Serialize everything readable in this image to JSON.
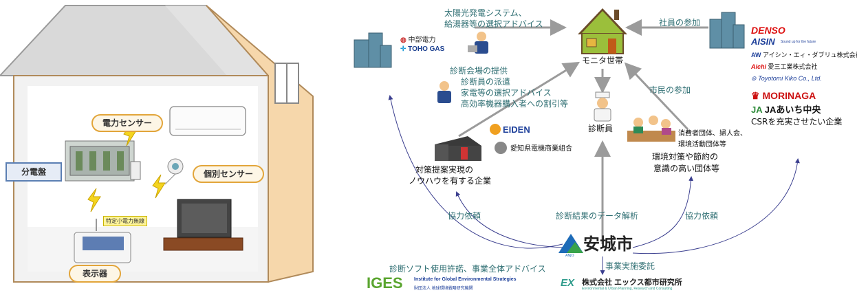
{
  "house": {
    "sensor_power": "電力センサー",
    "sensor_individual": "個別センサー",
    "panel": "分電盤",
    "wireless": "特定小電力無線",
    "display": "表示器"
  },
  "center": {
    "household": "モニタ世帯",
    "diagnostician": "診断員",
    "city": "安城市"
  },
  "edges": {
    "solar_advice_1": "太陽光発電システム、",
    "solar_advice_2": "給湯器等の選択アドバイス",
    "employee_participation": "社員の参加",
    "venue": "診断会場の提供",
    "dispatch": "診断員の派遣",
    "appliance_advice": "家電等の選択アドバイス",
    "discount": "高効率機器購入者への割引等",
    "citizen_participation": "市民の参加",
    "cooperation_left": "協力依頼",
    "data_analysis": "診断結果のデータ解析",
    "cooperation_right": "協力依頼",
    "commission": "事業実施委託",
    "software_advice": "診断ソフト使用許諾、事業全体アドバイス"
  },
  "orgs": {
    "chubu": "中部電力",
    "tohogas": "TOHO GAS",
    "eiden": "EIDEN",
    "denki": "愛知県電機商業組合",
    "company_1": "対策提案実現の",
    "company_2": "ノウハウを有する企業",
    "groups_small_1": "消費者団体、婦人会、",
    "groups_small_2": "環境活動団体等",
    "groups_1": "環境対策や節約の",
    "groups_2": "意識の高い団体等",
    "denso": "DENSO",
    "aisin": "AISIN",
    "aisin_tag": "Sound up for the future",
    "aw": "アイシン・エィ・ダブリュ株式会社",
    "aichi": "Aichi",
    "aichi_jp": "愛三工業株式会社",
    "toyotomi": "Toyotomi Kiko Co., Ltd.",
    "morinaga": "MORINAGA",
    "ja": "JAあいち中央",
    "csr": "CSRを充実させたい企業",
    "anjo_tag": "ANJO",
    "iges": "IGES",
    "iges_en": "Institute for Global Environmental Strategies",
    "iges_jp": "財団法人 地球環境戦略研究機関",
    "ex": "EX",
    "ex_name": "株式会社 エックス都市研究所",
    "ex_sub": "Environmental & Urban Planning, Research and Consulting"
  },
  "colors": {
    "arrow": "#9b9b9b",
    "arc": "#3b3f8f",
    "teal_label": "#2f6f73",
    "house_wall": "#f6d7ab"
  }
}
